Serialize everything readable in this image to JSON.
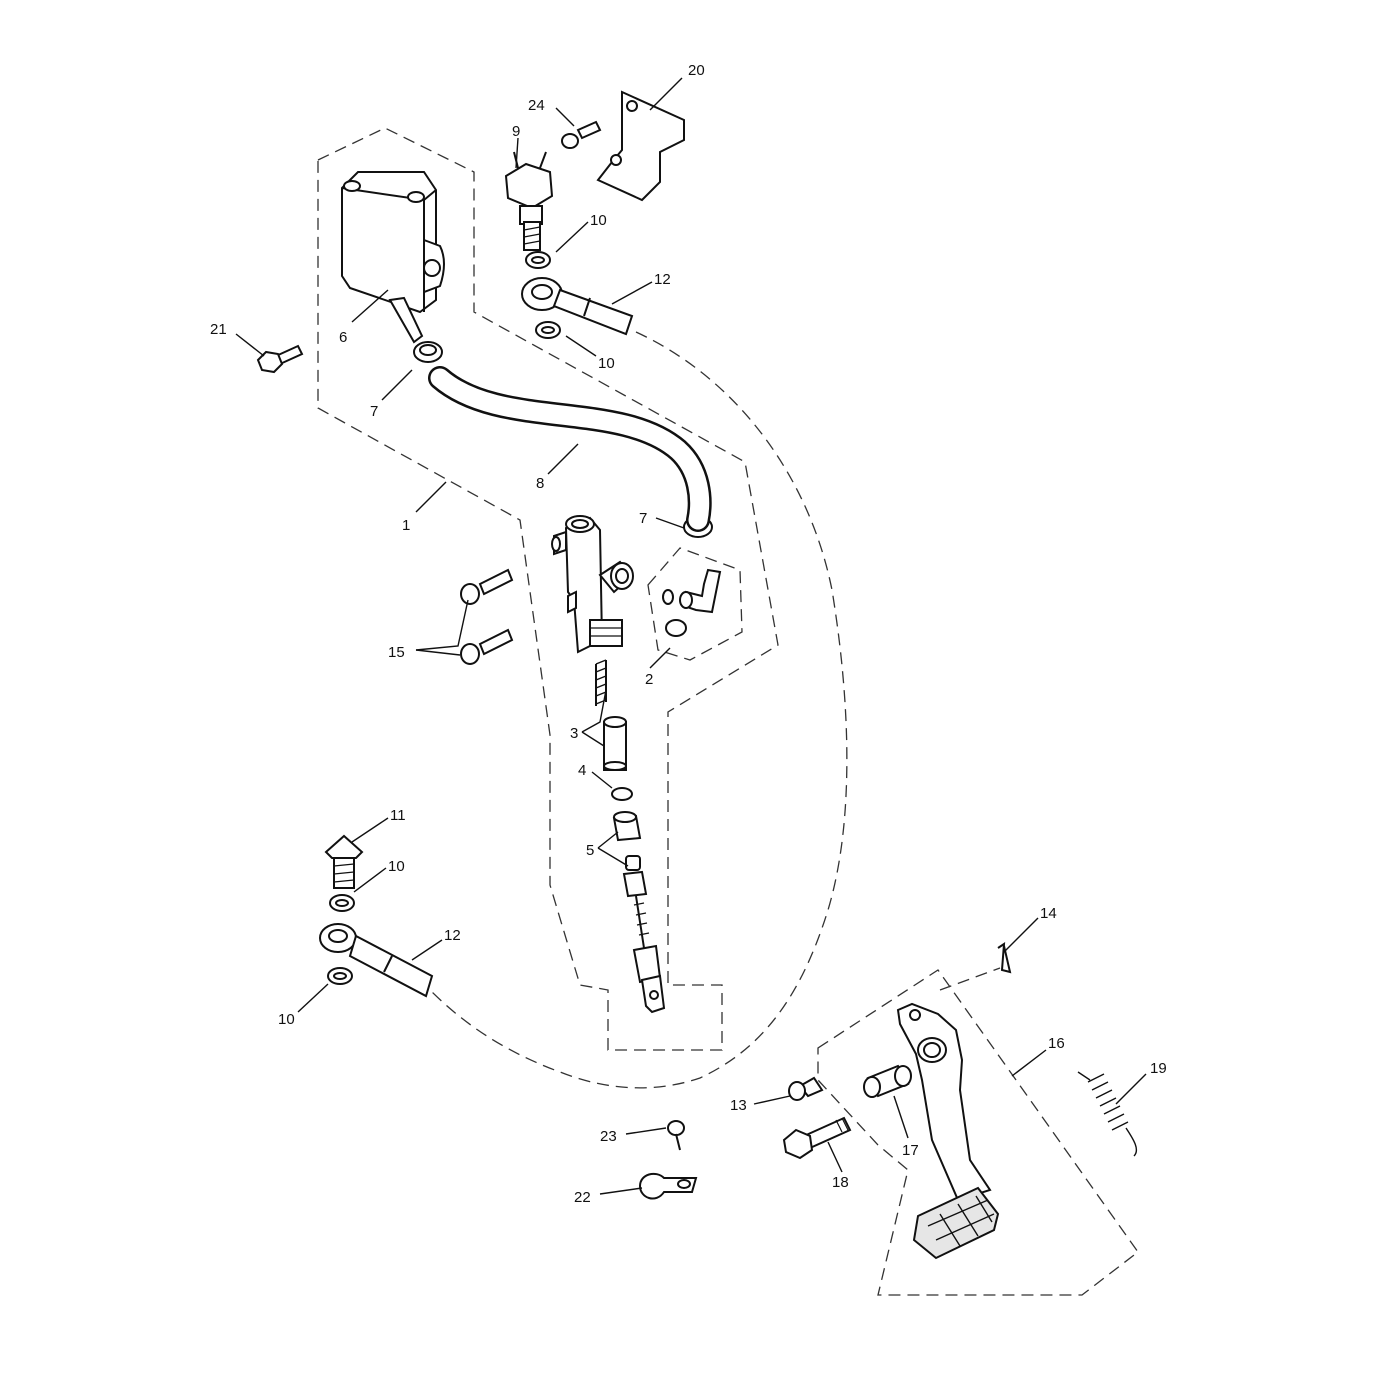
{
  "diagram": {
    "type": "exploded-parts-diagram",
    "callouts": [
      {
        "id": "c1",
        "label": "1"
      },
      {
        "id": "c2",
        "label": "2"
      },
      {
        "id": "c3",
        "label": "3"
      },
      {
        "id": "c4",
        "label": "4"
      },
      {
        "id": "c5",
        "label": "5"
      },
      {
        "id": "c6",
        "label": "6"
      },
      {
        "id": "c7a",
        "label": "7"
      },
      {
        "id": "c7b",
        "label": "7"
      },
      {
        "id": "c8",
        "label": "8"
      },
      {
        "id": "c9",
        "label": "9"
      },
      {
        "id": "c10a",
        "label": "10"
      },
      {
        "id": "c10b",
        "label": "10"
      },
      {
        "id": "c10c",
        "label": "10"
      },
      {
        "id": "c10d",
        "label": "10"
      },
      {
        "id": "c11",
        "label": "11"
      },
      {
        "id": "c12a",
        "label": "12"
      },
      {
        "id": "c12b",
        "label": "12"
      },
      {
        "id": "c13",
        "label": "13"
      },
      {
        "id": "c14",
        "label": "14"
      },
      {
        "id": "c15",
        "label": "15"
      },
      {
        "id": "c16",
        "label": "16"
      },
      {
        "id": "c17",
        "label": "17"
      },
      {
        "id": "c18",
        "label": "18"
      },
      {
        "id": "c19",
        "label": "19"
      },
      {
        "id": "c20",
        "label": "20"
      },
      {
        "id": "c21",
        "label": "21"
      },
      {
        "id": "c22",
        "label": "22"
      },
      {
        "id": "c23",
        "label": "23"
      },
      {
        "id": "c24",
        "label": "24"
      }
    ]
  }
}
